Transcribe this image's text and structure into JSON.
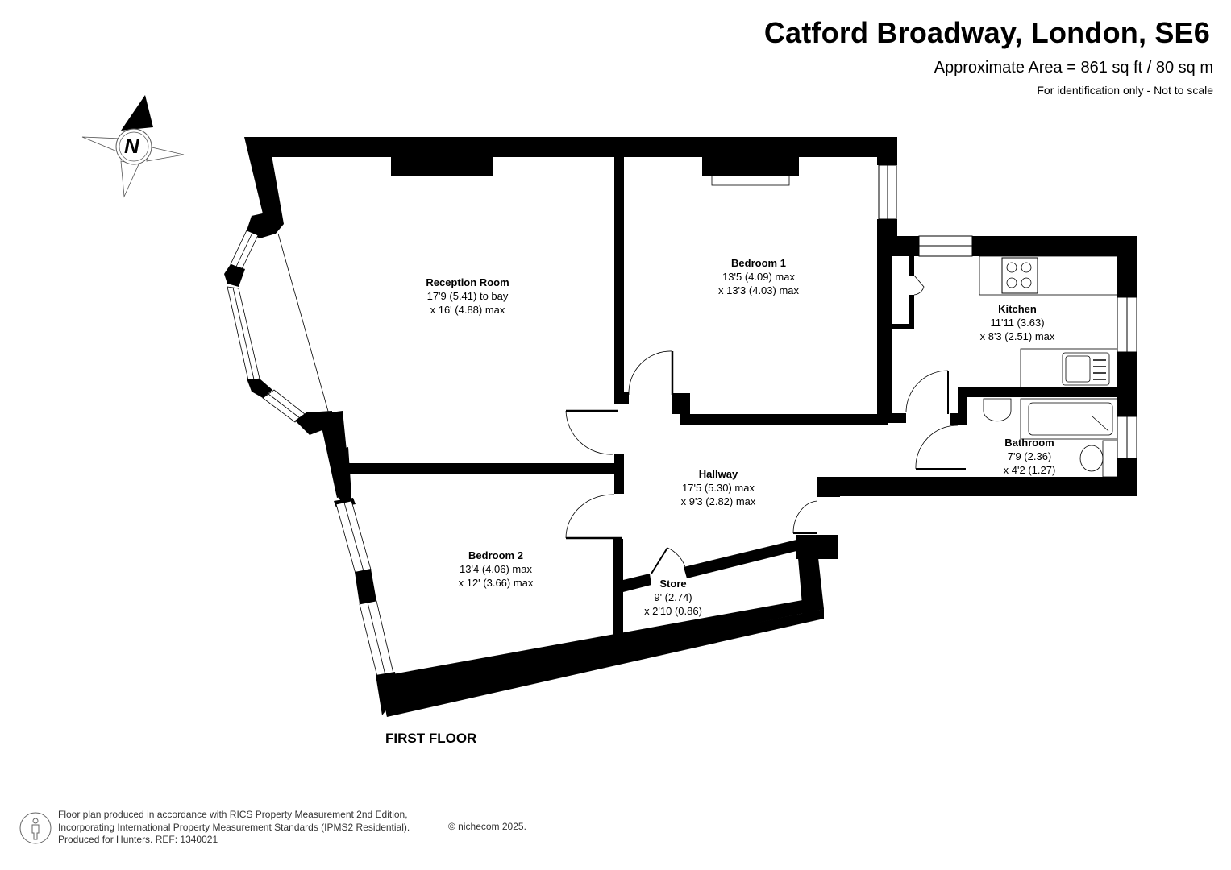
{
  "header": {
    "title": "Catford Broadway, London, SE6",
    "area": "Approximate Area = 861 sq ft / 80 sq m",
    "scale_note": "For identification only - Not to scale"
  },
  "compass": {
    "icon": "north-arrow-icon",
    "letter": "N"
  },
  "floor": {
    "label": "FIRST FLOOR"
  },
  "rooms": [
    {
      "name": "Reception Room",
      "dim1": "17'9 (5.41) to bay",
      "dim2": "x 16' (4.88) max"
    },
    {
      "name": "Bedroom 1",
      "dim1": "13'5 (4.09) max",
      "dim2": "x 13'3 (4.03) max"
    },
    {
      "name": "Kitchen",
      "dim1": "11'11 (3.63)",
      "dim2": "x 8'3 (2.51) max"
    },
    {
      "name": "Bathroom",
      "dim1": "7'9 (2.36)",
      "dim2": "x 4'2 (1.27)"
    },
    {
      "name": "Hallway",
      "dim1": "17'5 (5.30) max",
      "dim2": "x 9'3 (2.82) max"
    },
    {
      "name": "Bedroom 2",
      "dim1": "13'4 (4.06) max",
      "dim2": "x 12' (3.66) max"
    },
    {
      "name": "Store",
      "dim1": "9' (2.74)",
      "dim2": "x 2'10 (0.86)"
    }
  ],
  "footer": {
    "line1": "Floor plan produced in accordance with RICS Property Measurement 2nd Edition,",
    "line2": "Incorporating International Property Measurement Standards (IPMS2 Residential).",
    "line3": "Produced for Hunters.   REF: 1340021",
    "copyright": "© nichecom 2025."
  }
}
